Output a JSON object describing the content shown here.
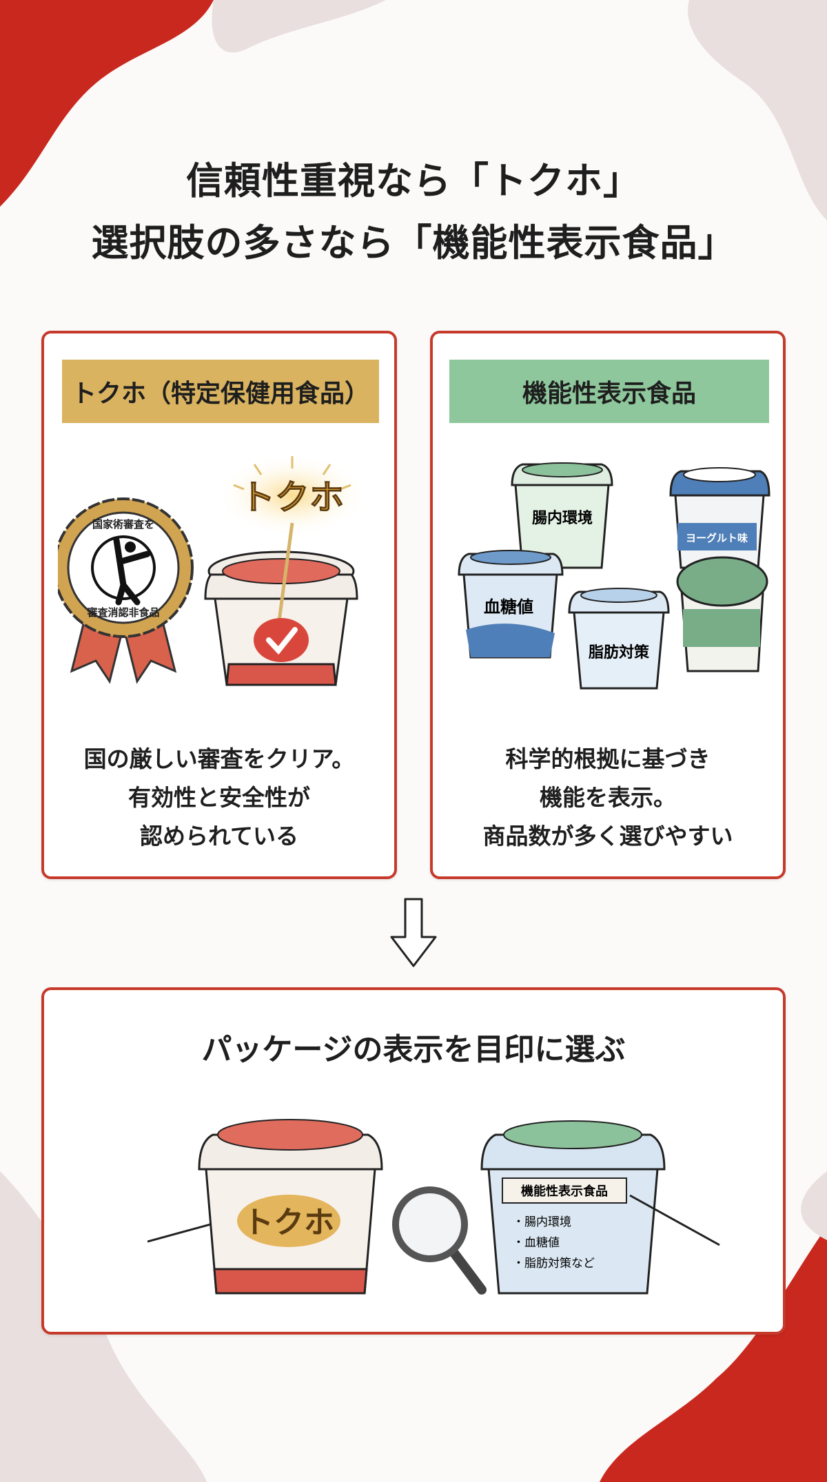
{
  "title": {
    "line1": "信頼性重視なら「トクホ」",
    "line2": "選択肢の多さなら「機能性表示食品」"
  },
  "cards": [
    {
      "header": "トクホ（特定保健用食品）",
      "header_color": "#d9b360",
      "illustration": {
        "badge_text_top": "国家術審査を",
        "badge_text_bottom": "審査消認非食品",
        "glow_label": "トクホ"
      },
      "description": [
        "国の厳しい審査をクリア。",
        "有効性と安全性が",
        "認められている"
      ]
    },
    {
      "header": "機能性表示食品",
      "header_color": "#8ec79b",
      "illustration": {
        "cup_labels": [
          "腸内環境",
          "ヨーグルト味",
          "血糖値",
          "脂肪対策"
        ]
      },
      "description": [
        "科学的根拠に基づき",
        "機能を表示。",
        "商品数が多く選びやすい"
      ]
    }
  ],
  "arrow_icon": "down-arrow-icon",
  "summary": {
    "title": "パッケージの表示を目印に選ぶ",
    "left_cup_label": "トクホ",
    "right_cup": {
      "label": "機能性表示食品",
      "items": [
        "・腸内環境",
        "・血糖値",
        "・脂肪対策など"
      ]
    },
    "magnifier_icon": "magnifying-glass-icon"
  },
  "colors": {
    "accent_red": "#c63a2c",
    "background_blob": "#e9dfde"
  }
}
